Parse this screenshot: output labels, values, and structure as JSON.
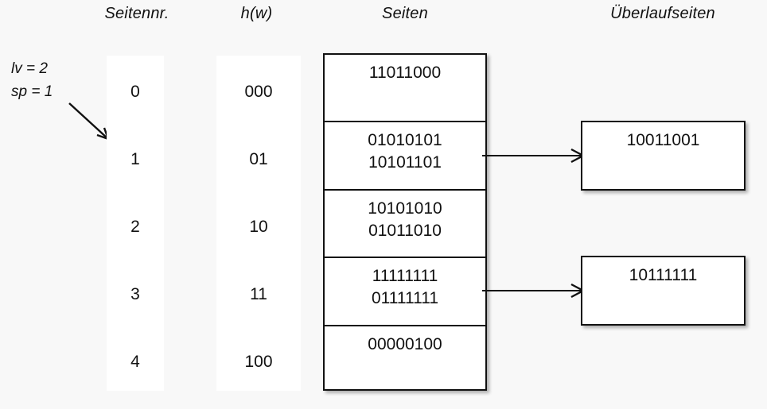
{
  "headers": {
    "seitennr": "Seitennr.",
    "hw": "h(w)",
    "seiten": "Seiten",
    "ueberlaufseiten": "Überlaufseiten"
  },
  "params": {
    "lv": "lv = 2",
    "sp": "sp = 1"
  },
  "colors": {
    "background": "#f8f8f8",
    "box_fill": "#ffffff",
    "stroke": "#111111"
  },
  "page_numbers": [
    "0",
    "1",
    "2",
    "3",
    "4"
  ],
  "hash_values": [
    "000",
    "01",
    "10",
    "11",
    "100"
  ],
  "pages": [
    {
      "records": [
        "11011000"
      ]
    },
    {
      "records": [
        "01010101",
        "10101101"
      ]
    },
    {
      "records": [
        "10101010",
        "01011010"
      ]
    },
    {
      "records": [
        "11111111",
        "01111111"
      ]
    },
    {
      "records": [
        "00000100"
      ]
    }
  ],
  "overflow_pages": [
    {
      "records": [
        "10011001"
      ]
    },
    {
      "records": [
        "10111111"
      ]
    }
  ]
}
